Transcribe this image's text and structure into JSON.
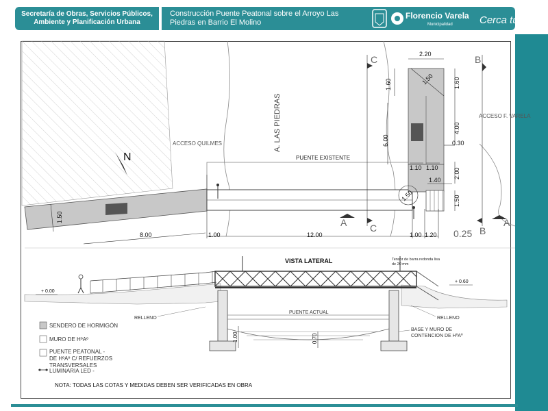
{
  "header": {
    "dept_label": "Secretaría de Obras, Servicios Públicos, Ambiente y Planificación Urbana",
    "title": "Construcción  Puente Peatonal sobre el Arroyo Las Piedras en Barrio El Molino",
    "logo_name": "Florencio Varela",
    "logo_sub": "Municipalidad",
    "slogan": "Cerca tuyo."
  },
  "plan": {
    "north": "N",
    "acceso_quilmes": "ACCESO QUILMES",
    "stream": "A. LAS PIEDRAS",
    "existing_bridge": "PUENTE EXISTENTE",
    "acceso_varela": "ACCESO F. VARELA",
    "sections": {
      "a": "A",
      "b": "B",
      "c": "C"
    },
    "dims": {
      "d220": "2.20",
      "d160a": "1.60",
      "d150diag": "1.50",
      "d160b": "1.60",
      "d400": "4.00",
      "d030": "0.30",
      "d600": "6.00",
      "d110a": "1.10",
      "d110b": "1.10",
      "d200": "2.00",
      "d140": "1.40",
      "d150r": "1.50",
      "d150diag2": "1.50",
      "d150l": "1.50",
      "d800": "8.00",
      "d100a": "1.00",
      "d1200": "12.00",
      "d100b": "1.00",
      "d120": "1.20",
      "d025": "0.25"
    }
  },
  "elevation": {
    "title": "VISTA LATERAL",
    "tensor_1": "Tensor de barra redonda lisa",
    "tensor_2": "de 20 mm",
    "level_left": "+ 0.00",
    "level_right": "+ 0.60",
    "relleno": "RELLENO",
    "puente_actual": "PUENTE ACTUAL",
    "base_1": "BASE Y MURO DE",
    "base_2": "CONTENCION DE HºAº",
    "dim_100": "1.00",
    "dim_070": "0.70"
  },
  "legend": {
    "sendero": "SENDERO DE HORMIGÓN",
    "muro": "MURO DE HºAº",
    "puente_1": "PUENTE PEATONAL -",
    "puente_2": "DE HºAº C/ REFUERZOS",
    "puente_3": "TRANSVERSALES",
    "luminaria": "LUMINARIA LED -"
  },
  "note": "NOTA: TODAS LAS COTAS Y MEDIDAS DEBEN SER VERIFICADAS EN OBRA",
  "colors": {
    "accent": "#2b8e96",
    "concrete": "#c8c8c8"
  }
}
